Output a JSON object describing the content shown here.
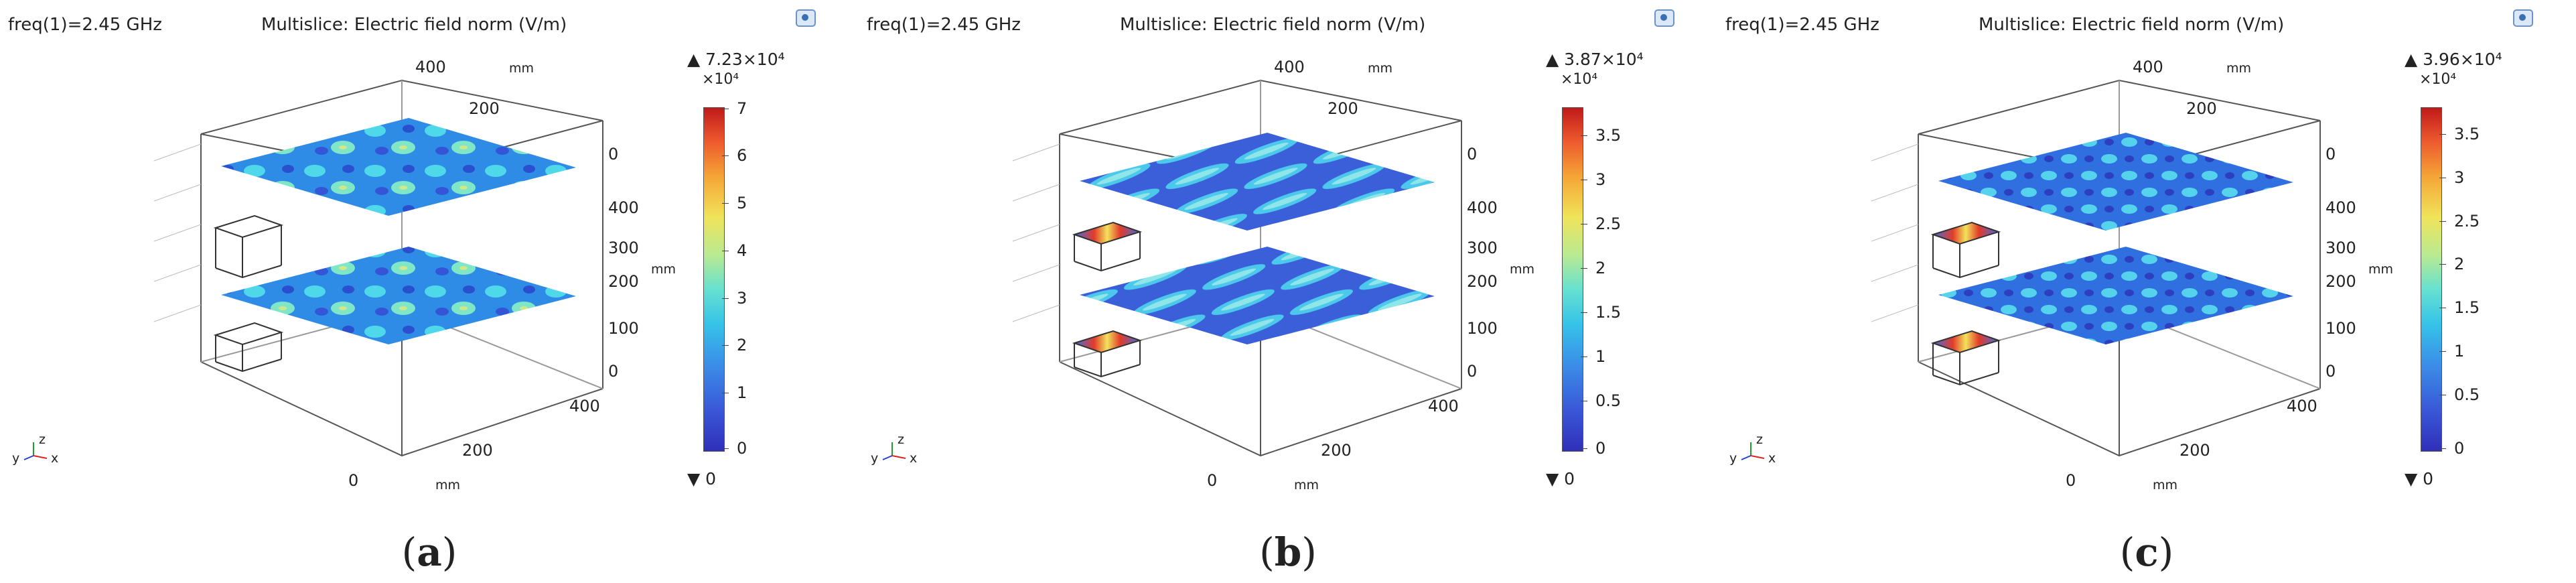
{
  "panels": [
    {
      "freq_label": "freq(1)=2.45 GHz",
      "title": "Multislice: Electric field norm (V/m)",
      "colorbar": {
        "max_label": "▲ 7.23×10⁴",
        "exponent": "×10⁴",
        "ticks": [
          "7",
          "6",
          "5",
          "4",
          "3",
          "2",
          "1",
          "0"
        ],
        "min_label": "▼ 0"
      },
      "axes": {
        "top_ticks": [
          "400",
          "200"
        ],
        "top_unit": "mm",
        "side_ticks": [
          "0",
          "400",
          "300",
          "200",
          "100",
          "0"
        ],
        "side_unit": "mm",
        "bottom_ticks": [
          "400",
          "200",
          "0"
        ],
        "bottom_unit": "mm"
      },
      "triad": {
        "x": "x",
        "y": "y",
        "z": "z"
      },
      "caption_open": "(",
      "caption_letter": "a",
      "caption_close": ")"
    },
    {
      "freq_label": "freq(1)=2.45 GHz",
      "title": "Multislice: Electric field norm (V/m)",
      "colorbar": {
        "max_label": "▲ 3.87×10⁴",
        "exponent": "×10⁴",
        "ticks": [
          "3.5",
          "3",
          "2.5",
          "2",
          "1.5",
          "1",
          "0.5",
          "0"
        ],
        "min_label": "▼ 0"
      },
      "axes": {
        "top_ticks": [
          "400",
          "200"
        ],
        "top_unit": "mm",
        "side_ticks": [
          "0",
          "400",
          "300",
          "200",
          "100",
          "0"
        ],
        "side_unit": "mm",
        "bottom_ticks": [
          "400",
          "200",
          "0"
        ],
        "bottom_unit": "mm"
      },
      "triad": {
        "x": "x",
        "y": "y",
        "z": "z"
      },
      "caption_open": "(",
      "caption_letter": "b",
      "caption_close": ")"
    },
    {
      "freq_label": "freq(1)=2.45 GHz",
      "title": "Multislice: Electric field norm (V/m)",
      "colorbar": {
        "max_label": "▲ 3.96×10⁴",
        "exponent": "×10⁴",
        "ticks": [
          "3.5",
          "3",
          "2.5",
          "2",
          "1.5",
          "1",
          "0.5",
          "0"
        ],
        "min_label": "▼ 0"
      },
      "axes": {
        "top_ticks": [
          "400",
          "200"
        ],
        "top_unit": "mm",
        "side_ticks": [
          "0",
          "400",
          "300",
          "200",
          "100",
          "0"
        ],
        "side_unit": "mm",
        "bottom_ticks": [
          "400",
          "200",
          "0"
        ],
        "bottom_unit": "mm"
      },
      "triad": {
        "x": "x",
        "y": "y",
        "z": "z"
      },
      "caption_open": "(",
      "caption_letter": "c",
      "caption_close": ")"
    }
  ],
  "colorbar_ranges": [
    [
      0,
      7.23
    ],
    [
      0,
      3.87
    ],
    [
      0,
      3.96
    ]
  ],
  "toolbar_icon": "camera-icon"
}
